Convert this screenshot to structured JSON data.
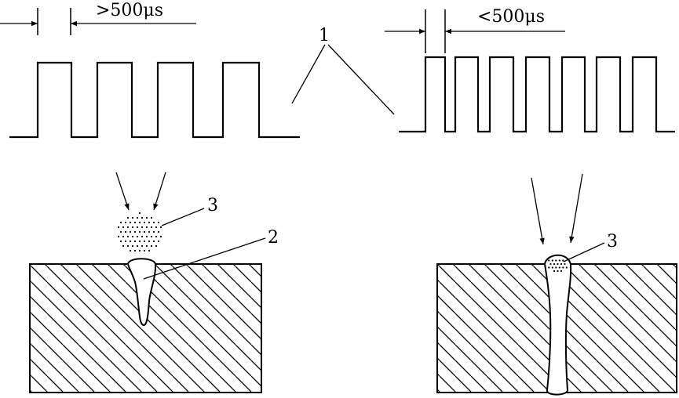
{
  "colors": {
    "ink": "#000000",
    "background": "#ffffff"
  },
  "left_panel": {
    "period_label": ">500μs",
    "spot_label": "3",
    "keyhole_label": "2"
  },
  "right_panel": {
    "period_label": "<500μs",
    "spot_label": "3"
  },
  "pulse_label": "1"
}
